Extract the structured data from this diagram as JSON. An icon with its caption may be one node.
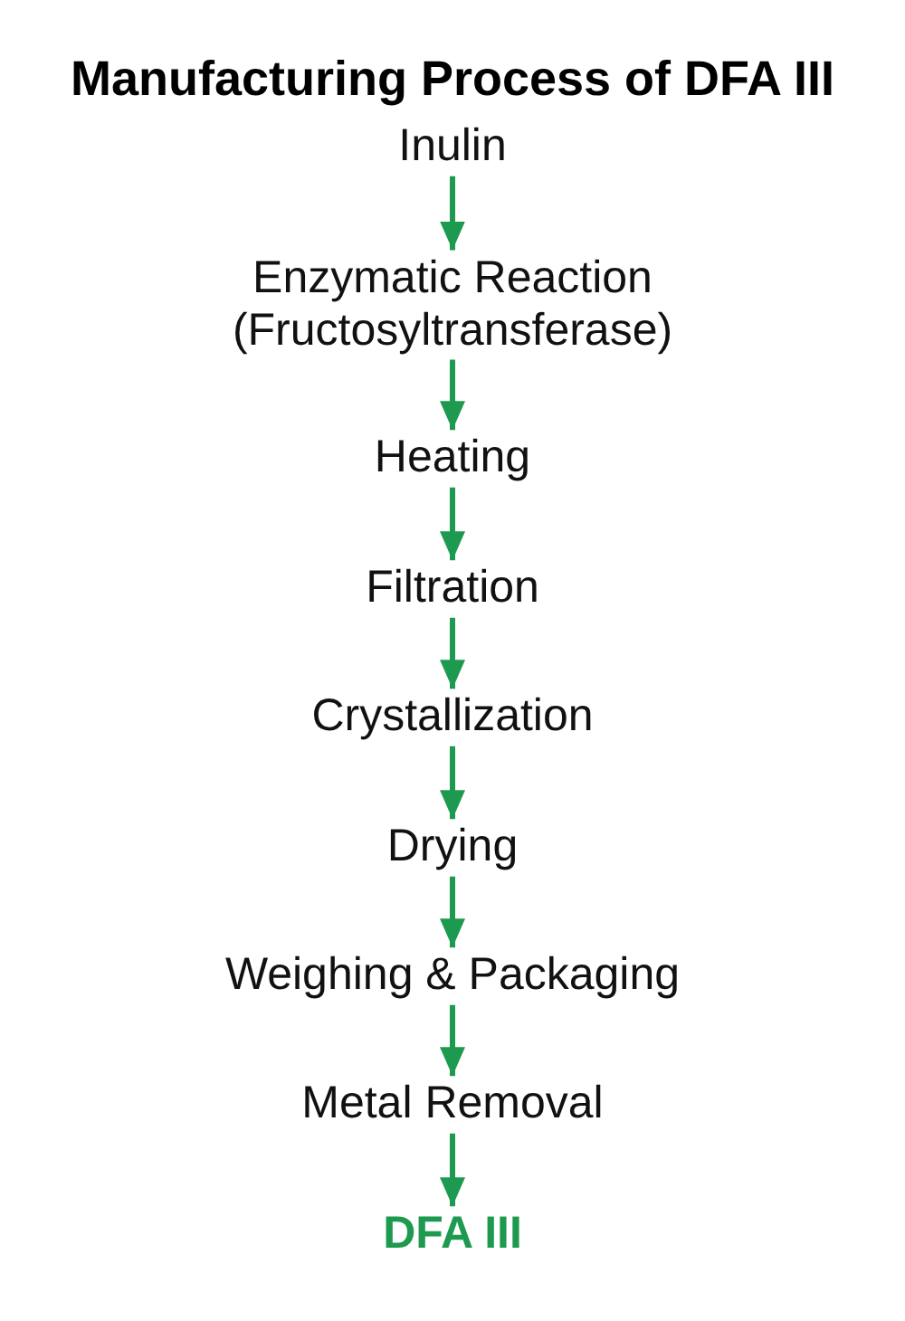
{
  "diagram": {
    "title": "Manufacturing Process of DFA III",
    "nodes": [
      {
        "text": [
          "Inulin"
        ]
      },
      {
        "text": [
          "Enzymatic Reaction (Fructosyltransferase)"
        ]
      },
      {
        "text": [
          "Heating"
        ]
      },
      {
        "text": [
          "Filtration"
        ]
      },
      {
        "text": [
          "Crystallization"
        ]
      },
      {
        "text": [
          "Drying"
        ]
      },
      {
        "text": [
          "Weighing & Packaging"
        ]
      },
      {
        "text": [
          "Metal Removal"
        ]
      },
      {
        "text": [
          "DFA III"
        ]
      }
    ],
    "edges": [
      {
        "from": 0,
        "to": 1,
        "arrow": "to"
      },
      {
        "from": 1,
        "to": 2,
        "arrow": "to"
      },
      {
        "from": 2,
        "to": 3,
        "arrow": "to"
      },
      {
        "from": 3,
        "to": 4,
        "arrow": "to"
      },
      {
        "from": 4,
        "to": 5,
        "arrow": "to"
      },
      {
        "from": 5,
        "to": 6,
        "arrow": "to"
      },
      {
        "from": 6,
        "to": 7,
        "arrow": "to"
      },
      {
        "from": 7,
        "to": 8,
        "arrow": "to"
      }
    ]
  }
}
